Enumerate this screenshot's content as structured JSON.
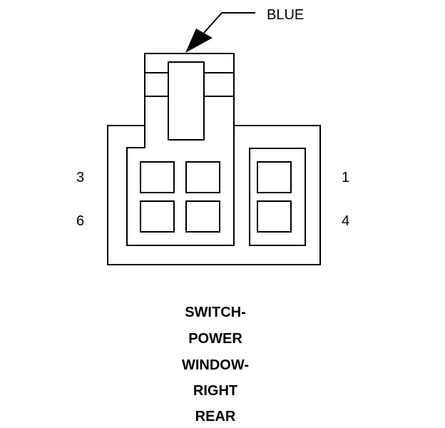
{
  "connector": {
    "color_label": "BLUE",
    "pins": {
      "top_left": "3",
      "bottom_left": "6",
      "top_right": "1",
      "bottom_right": "4"
    }
  },
  "caption": {
    "lines": [
      "SWITCH-",
      "POWER",
      "WINDOW-",
      "RIGHT",
      "REAR"
    ]
  }
}
